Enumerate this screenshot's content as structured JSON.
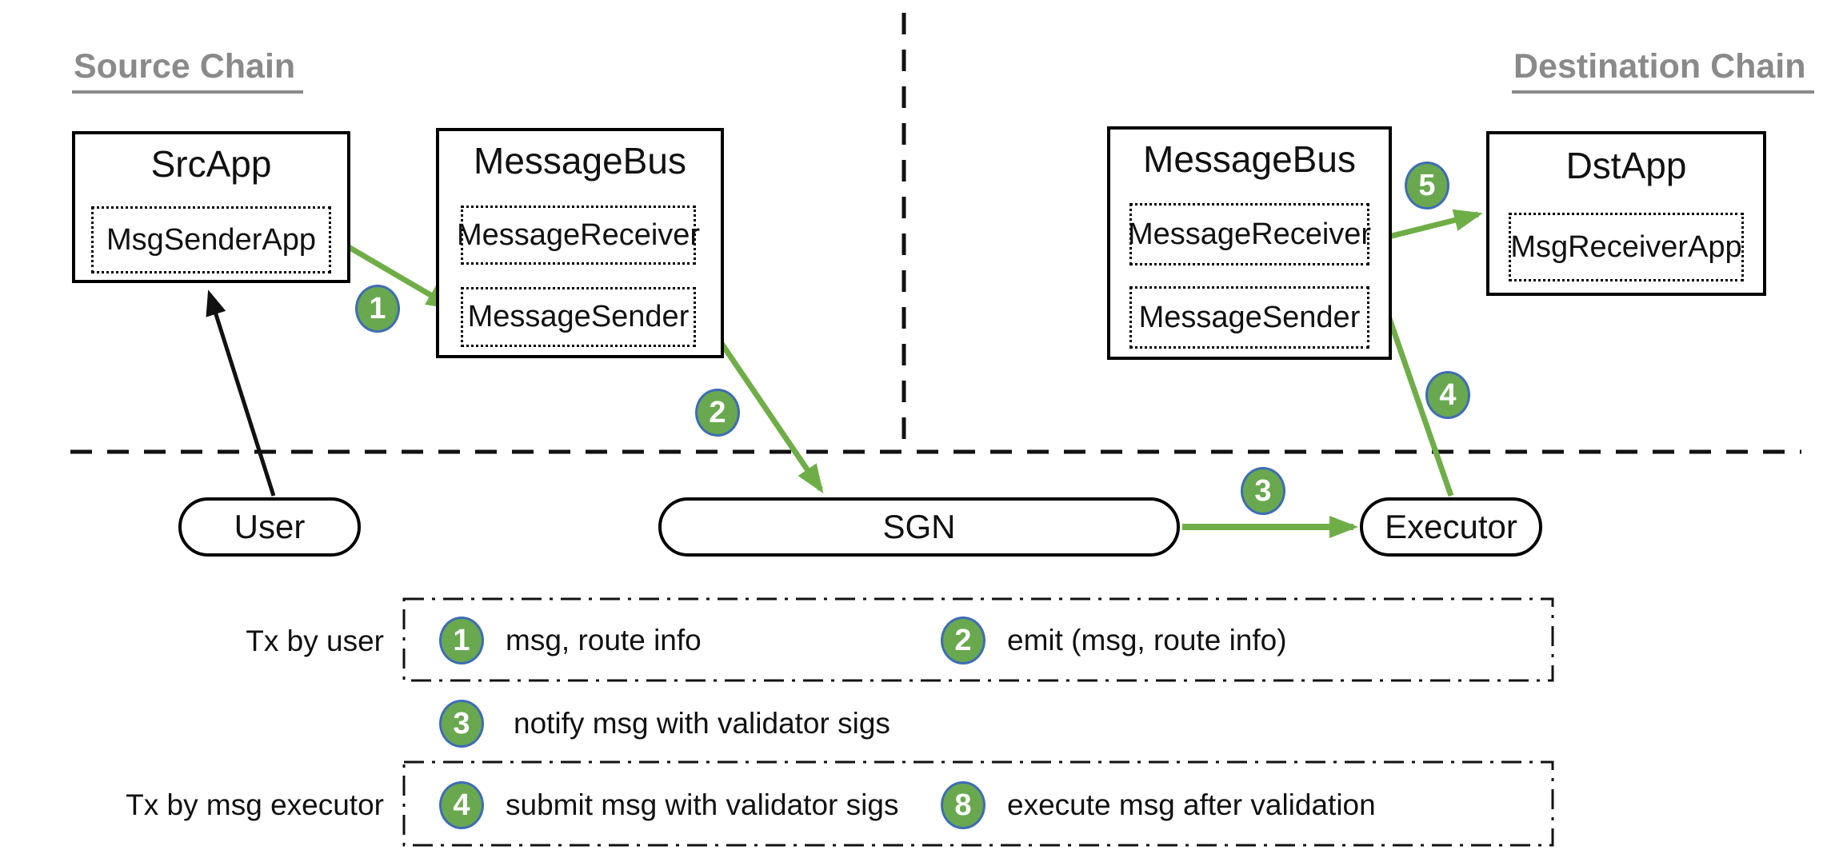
{
  "diagram": {
    "headings": {
      "source": "Source Chain",
      "destination": "Destination Chain"
    },
    "boxes": {
      "src_app": {
        "title": "SrcApp",
        "module": "MsgSenderApp"
      },
      "message_bus_src": {
        "title": "MessageBus",
        "module_receiver": "MessageReceiver",
        "module_sender": "MessageSender"
      },
      "message_bus_dst": {
        "title": "MessageBus",
        "module_receiver": "MessageReceiver",
        "module_sender": "MessageSender"
      },
      "dst_app": {
        "title": "DstApp",
        "module": "MsgReceiverApp"
      }
    },
    "actors": {
      "user": "User",
      "sgn": "SGN",
      "executor": "Executor"
    },
    "steps": [
      "1",
      "2",
      "3",
      "4",
      "5"
    ]
  },
  "legend": {
    "row1_label": "Tx by user",
    "row2_label": "Tx by msg executor",
    "items": [
      {
        "num": "1",
        "text": "msg, route info"
      },
      {
        "num": "2",
        "text": "emit (msg, route info)"
      },
      {
        "num": "3",
        "text": "notify msg with validator sigs"
      },
      {
        "num": "4",
        "text": "submit msg with validator sigs"
      },
      {
        "num": "8",
        "text": "execute msg after validation"
      }
    ]
  },
  "colors": {
    "badge_green": "#69a84f",
    "badge_border_blue": "#3e6cb5",
    "arrow_green": "#6fae47",
    "heading_gray": "#8a8a8a",
    "line_black": "#111111"
  }
}
